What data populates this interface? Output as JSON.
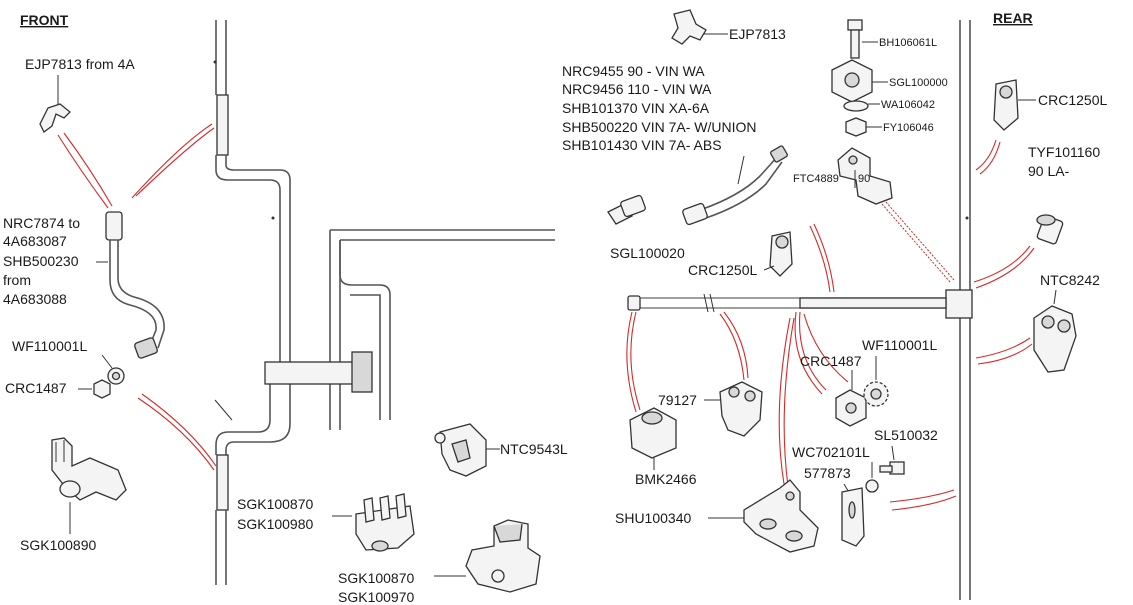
{
  "headers": {
    "front": "FRONT",
    "rear": "REAR"
  },
  "front_labels": {
    "ejp_from_4a": "EJP7813 from 4A",
    "nrc7874_l1": "NRC7874 to",
    "nrc7874_l2": "4A683087",
    "shb500230_l1": "SHB500230",
    "shb500230_l2": "from",
    "shb500230_l3": "4A683088",
    "wf110001l": "WF110001L",
    "crc1487": "CRC1487",
    "sgk100890": "SGK100890",
    "sgk100870_a": "SGK100870",
    "sgk100980": "SGK100980",
    "ntc9543l": "NTC9543L",
    "sgk100870_b": "SGK100870",
    "sgk100970": "SGK100970"
  },
  "rear_labels": {
    "ejp7813": "EJP7813",
    "nrc9455": "NRC9455 90 - VIN WA",
    "nrc9456": "NRC9456 110 - VIN WA",
    "shb101370": "SHB101370 VIN XA-6A",
    "shb500220": "SHB500220 VIN 7A- W/UNION",
    "shb101430": "SHB101430 VIN 7A- ABS",
    "sgl100020": "SGL100020",
    "crc1250l_a": "CRC1250L",
    "bh106061l": "BH106061L",
    "sgl100000": "SGL100000",
    "wa106042": "WA106042",
    "fy106046": "FY106046",
    "ftc4889": "FTC4889",
    "ftc4889_90": "90",
    "crc1250l_b": "CRC1250L",
    "tyf101160_l1": "TYF101160",
    "tyf101160_l2": "90 LA-",
    "ntc8242": "NTC8242",
    "wf110001l": "WF110001L",
    "crc1487": "CRC1487",
    "p79127": "79127",
    "bmk2466": "BMK2466",
    "sl510032": "SL510032",
    "wc702101l": "WC702101L",
    "p577873": "577873",
    "shu100340": "SHU100340"
  },
  "colors": {
    "red_guides": "#d42a2a",
    "pipe": "#555555",
    "text": "#1a1a1a"
  }
}
